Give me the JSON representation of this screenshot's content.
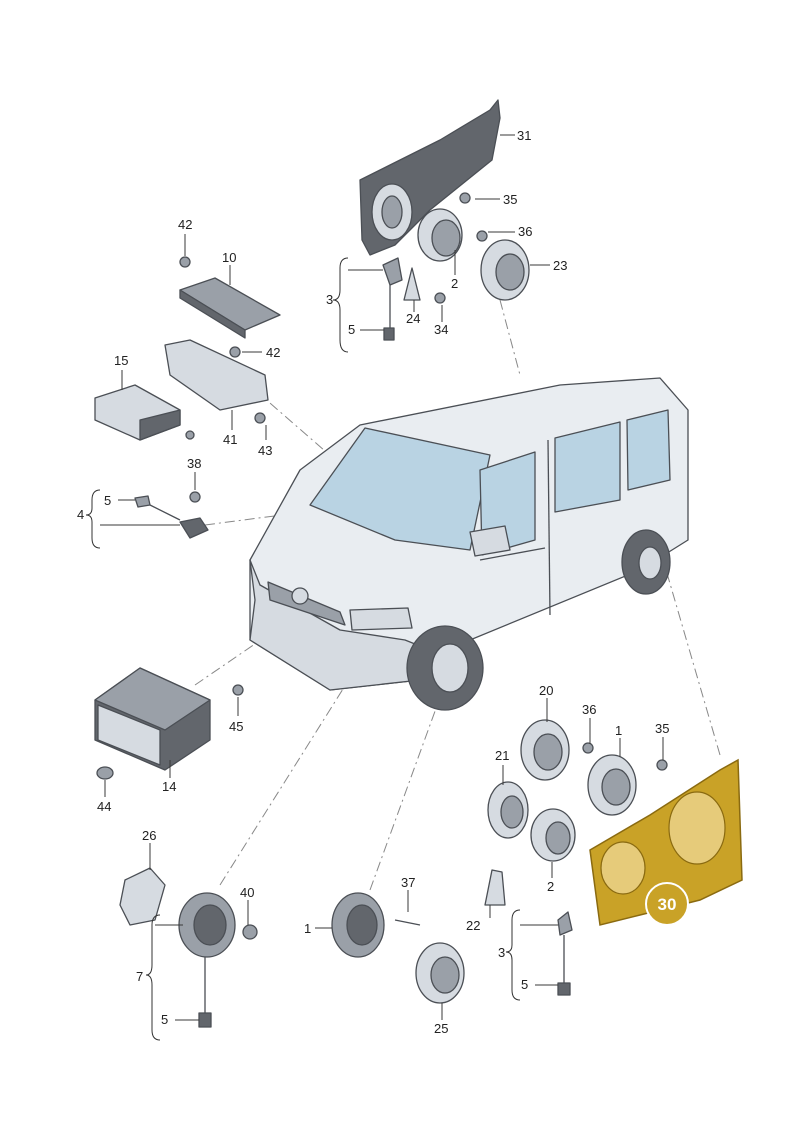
{
  "diagram": {
    "labels": {
      "p31": "31",
      "p35a": "35",
      "p36a": "36",
      "p23": "23",
      "p2a": "2",
      "p3a": "3",
      "p5a": "5",
      "p24": "24",
      "p34": "34",
      "p42a": "42",
      "p10": "10",
      "p42b": "42",
      "p15": "15",
      "p41": "41",
      "p43": "43",
      "p38": "38",
      "p4": "4",
      "p5b": "5",
      "p45": "45",
      "p14": "14",
      "p44": "44",
      "p20": "20",
      "p36b": "36",
      "p1a": "1",
      "p35b": "35",
      "p21": "21",
      "p2b": "2",
      "p22": "22",
      "p3b": "3",
      "p5c": "5",
      "p26": "26",
      "p40": "40",
      "p7": "7",
      "p5d": "5",
      "p37": "37",
      "p1b": "1",
      "p25": "25"
    },
    "highlight": {
      "label": "30",
      "color": "#c9a227"
    }
  }
}
